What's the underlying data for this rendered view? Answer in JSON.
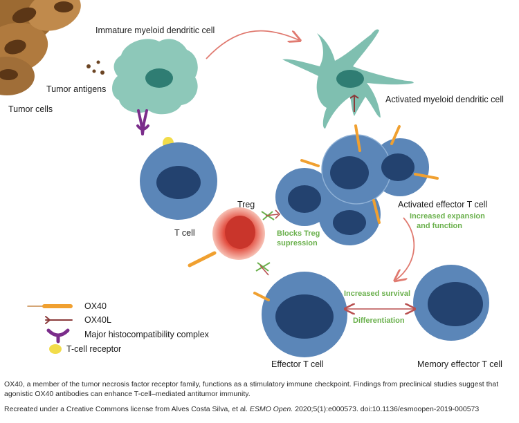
{
  "labels": {
    "tumor_cells": "Tumor cells",
    "tumor_antigens": "Tumor antigens",
    "immature_dc": "Immature myeloid dendritic cell",
    "activated_dc": "Activated myeloid dendritic cell",
    "t_cell": "T cell",
    "treg": "Treg",
    "blocks_treg_1": "Blocks Treg",
    "blocks_treg_2": "supression",
    "activated_effector": "Activated effector T cell",
    "increased_expansion_1": "Increased expansion",
    "increased_expansion_2": "and function",
    "increased_survival": "Increased survival",
    "differentiation": "Differentiation",
    "effector_t_cell": "Effector T cell",
    "memory_effector": "Memory effector T cell"
  },
  "legend": [
    {
      "key": "ox40",
      "label": "OX40"
    },
    {
      "key": "ox40l",
      "label": "OX40L"
    },
    {
      "key": "mhc",
      "label": "Major histocompatibility complex"
    },
    {
      "key": "tcr",
      "label": "T-cell receptor"
    }
  ],
  "caption": {
    "line1": "OX40, a member of the tumor necrosis factor receptor family, functions as a stimulatory immune checkpoint. Findings from preclinical studies suggest that agonistic OX40 antibodies can enhance T-cell–mediated antitumor immunity.",
    "credit_prefix": "Recreated under a Creative Commons license from Alves Costa Silva, et al. ",
    "credit_journal": "ESMO Open.",
    "credit_suffix": " 2020;5(1):e000573. doi:10.1136/esmoopen-2019-000573"
  },
  "colors": {
    "tcell_fill": "#5b86b8",
    "tcell_nucleus": "#23426f",
    "dc_fill": "#7fbfb0",
    "dc_nucleus": "#2f7d73",
    "treg_fill": "#e86a5a",
    "tumor_fill": "#b07a3e",
    "ox40": "#f0a030",
    "ox40l": "#8b3a3a",
    "mhc": "#7b2d8b",
    "tcr": "#f2dc4a",
    "green_text": "#6ab04c",
    "arrow": "#e07a70"
  }
}
